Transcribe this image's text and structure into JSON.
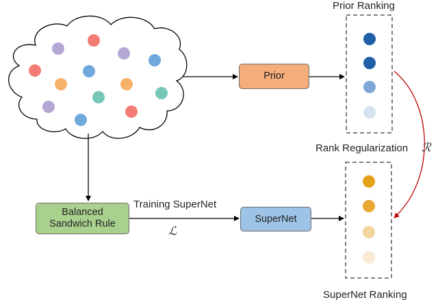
{
  "nodes": {
    "prior": "Prior",
    "supernet": "SuperNet",
    "balanced_line1": "Balanced",
    "balanced_line2": "Sandwich Rule"
  },
  "labels": {
    "prior_ranking": "Prior Ranking",
    "rank_regularization": "Rank Regularization",
    "training_supernet": "Training SuperNet",
    "supernet_ranking": "SuperNet Ranking",
    "loss_symbol": "ℒ",
    "regularization_symbol": "ℛ"
  },
  "colors": {
    "purple": "#b4a7d6",
    "blue": "#6fa8dc",
    "red": "#f47b75",
    "orange": "#f6b26b",
    "teal": "#76c7b7",
    "prior_rank": [
      "#1f5fa8",
      "#1f5fa8",
      "#7ea6d6",
      "#d6e4f2"
    ],
    "supernet_rank": [
      "#e5a21c",
      "#e8a831",
      "#f2d49c",
      "#f8ead4"
    ],
    "red_arrow": "#c00000",
    "prior_box": "#f6ad7c",
    "supernet_box": "#9dc3e6",
    "balanced_box": "#a9d18e"
  }
}
